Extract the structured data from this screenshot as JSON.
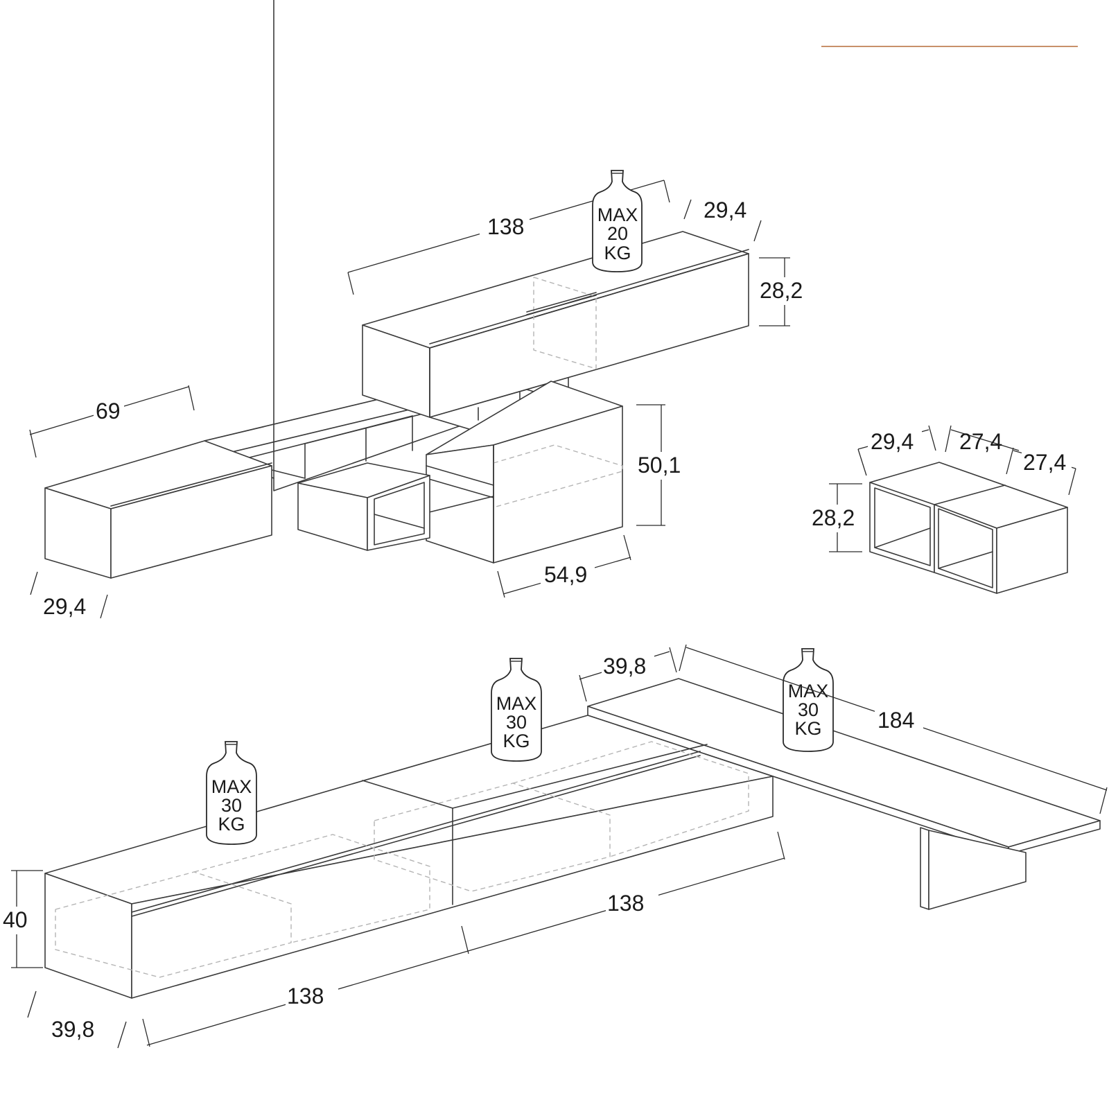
{
  "accent_line_color": "#c8906a",
  "upper_composition": {
    "wall_unit_width": "138",
    "wall_unit_depth": "29,4",
    "wall_unit_height": "28,2",
    "wall_unit_load": [
      "MAX",
      "20",
      "KG"
    ],
    "shelf_width": "69",
    "shelf_depth": "29,4",
    "base_height": "50,1",
    "base_width": "54,9"
  },
  "cube_modules": {
    "depth": "29,4",
    "width_a": "27,4",
    "width_b": "27,4",
    "height": "28,2"
  },
  "lower_composition": {
    "height": "40",
    "depth": "39,8",
    "width_left": "138",
    "width_right": "138",
    "desk_depth": "39,8",
    "desk_width": "184",
    "load_left": [
      "MAX",
      "30",
      "KG"
    ],
    "load_middle": [
      "MAX",
      "30",
      "KG"
    ],
    "load_right": [
      "MAX",
      "30",
      "KG"
    ]
  }
}
